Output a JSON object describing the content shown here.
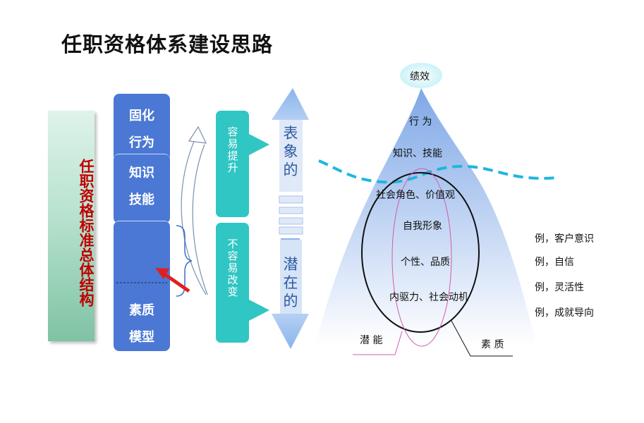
{
  "title": "任职资格体系建设思路",
  "left_label": "任职资格标准总体结构",
  "blocks": [
    {
      "line1": "固化",
      "line2": "行为"
    },
    {
      "line1": "知识",
      "line2": "技能"
    },
    {
      "line1": "素质",
      "line2": "模型"
    }
  ],
  "teal": [
    "容易提升",
    "不容易改变"
  ],
  "arrow_top": "表象的",
  "arrow_bottom": "潜在的",
  "iceberg": {
    "top": "绩效",
    "behavior": "行 为",
    "knowledge": "知识、技能",
    "role": "社会角色、价值观",
    "self_image": "自我形象",
    "traits": "个性、品质",
    "motivation": "内驱力、社会动机",
    "potential": "潜 能",
    "quality": "素 质"
  },
  "examples": [
    "例，客户意识",
    "例，自信",
    "例，灵活性",
    "例，成就导向"
  ],
  "colors": {
    "blue": "#4a78d4",
    "teal": "#30c6c3",
    "red": "#c00000",
    "dash": "#1fb6e0"
  }
}
